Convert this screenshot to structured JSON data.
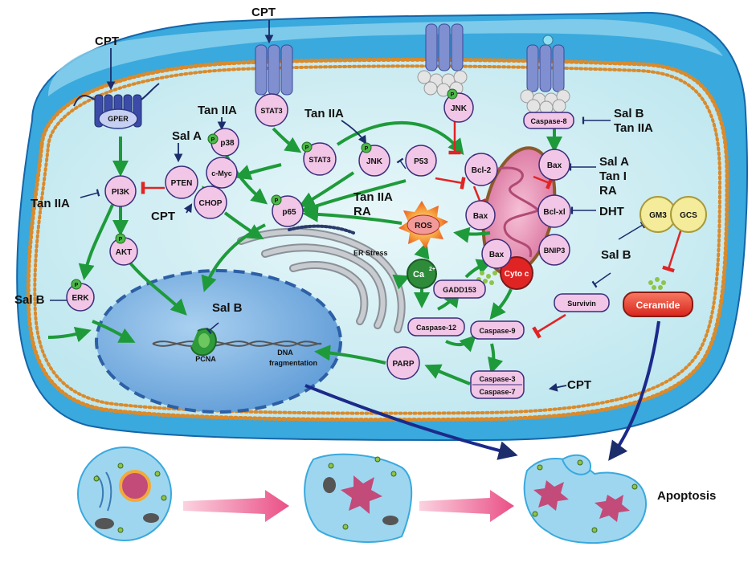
{
  "drugs": {
    "cpt_top_left": "CPT",
    "cpt_top": "CPT",
    "tan_iia_p38": "Tan IIA",
    "sal_a_pten": "Sal A",
    "tan_iia_jnk": "Tan IIA",
    "tan_iia_pi3k": "Tan IIA",
    "cpt_chop": "CPT",
    "tan_iia_p53": "Tan IIA",
    "ra_p53": "RA",
    "sal_b_erk": "Sal B",
    "sal_b_pcna": "Sal B",
    "sal_b_casp8": "Sal B",
    "tan_iia_casp8": "Tan IIA",
    "sal_a_bax": "Sal A",
    "tan_i_bax": "Tan I",
    "ra_bax": "RA",
    "dht": "DHT",
    "sal_b_survivin": "Sal B",
    "cpt_casp3": "CPT"
  },
  "nodes": {
    "gper": "GPER",
    "pi3k": "PI3K",
    "pten": "PTEN",
    "akt": "AKT",
    "erk": "ERK",
    "p38": "p38",
    "stat3_receptor": "STAT3",
    "stat3": "STAT3",
    "c_myc": "c-Myc",
    "chop": "CHOP",
    "p65": "p65",
    "jnk_cyto": "JNK",
    "jnk_receptor": "JNK",
    "p53": "P53",
    "bcl2": "Bcl-2",
    "bax_left": "Bax",
    "bax_top": "Bax",
    "bax_bottom": "Bax",
    "bclxl": "Bcl-xl",
    "bnip3": "BNIP3",
    "cyto_c": "Cyto c",
    "ros": "ROS",
    "ca": "Ca",
    "ca_sup": "2+",
    "gadd153": "GADD153",
    "caspase12": "Caspase-12",
    "caspase9": "Caspase-9",
    "caspase8": "Caspase-8",
    "caspase3": "Caspase-3",
    "caspase7": "Caspase-7",
    "parp": "PARP",
    "survivin": "Survivin",
    "gm3": "GM3",
    "gcs": "GCS",
    "ceramide": "Ceramide",
    "pcna": "PCNA",
    "phospho": "P"
  },
  "labels": {
    "er_stress": "ER Stress",
    "dna_frag_1": "DNA",
    "dna_frag_2": "fragmentation",
    "apoptosis": "Apoptosis"
  },
  "colors": {
    "node_fill": "#f2c6e6",
    "node_stroke": "#3b2d7a",
    "activation": "#1e9a3a",
    "inhibition": "#e02424",
    "cell_fill": "#c8ecf2",
    "cell_outer": "#2aa7df",
    "nucleus": "#7fb6e6",
    "ceramide": "#e8322a",
    "gm3": "#f4ec9a",
    "phospho": "#4db848"
  }
}
